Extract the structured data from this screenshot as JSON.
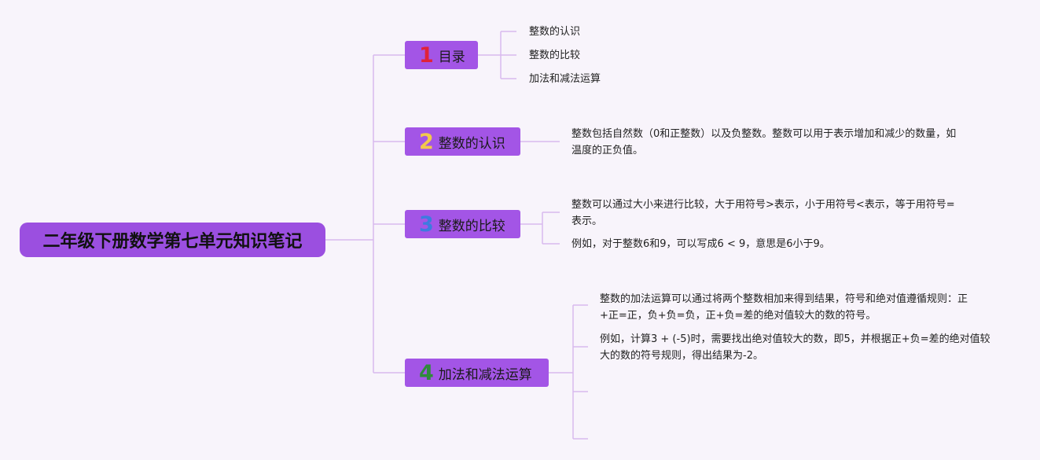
{
  "root": {
    "title": "二年级下册数学第七单元知识笔记"
  },
  "branches": [
    {
      "number": "1",
      "number_color": "#e0223a",
      "label": "目录",
      "leaves": [
        "整数的认识",
        "整数的比较",
        "加法和减法运算"
      ]
    },
    {
      "number": "2",
      "number_color": "#f2c94c",
      "label": "整数的认识",
      "paragraphs": [
        "整数包括自然数（0和正整数）以及负整数。整数可以用于表示增加和减少的数量，如温度的正负值。"
      ]
    },
    {
      "number": "3",
      "number_color": "#3d7be0",
      "label": "整数的比较",
      "paragraphs": [
        "整数可以通过大小来进行比较，大于用符号>表示，小于用符号<表示，等于用符号=表示。",
        "例如，对于整数6和9，可以写成6 < 9，意思是6小于9。"
      ]
    },
    {
      "number": "4",
      "number_color": "#2f8a3a",
      "label": "加法和减法运算",
      "paragraphs": [
        "整数的加法运算可以通过将两个整数相加来得到结果，符号和绝对值遵循规则：正+正=正，负+负=负，正+负=差的绝对值较大的数的符号。",
        "例如，计算3 + (-5)时，需要找出绝对值较大的数，即5，并根据正+负=差的绝对值较大的数的符号规则，得出结果为-2。"
      ]
    }
  ],
  "colors": {
    "background": "#f8f4fb",
    "connector": "#d8b9ee",
    "node": "#a355e6"
  }
}
